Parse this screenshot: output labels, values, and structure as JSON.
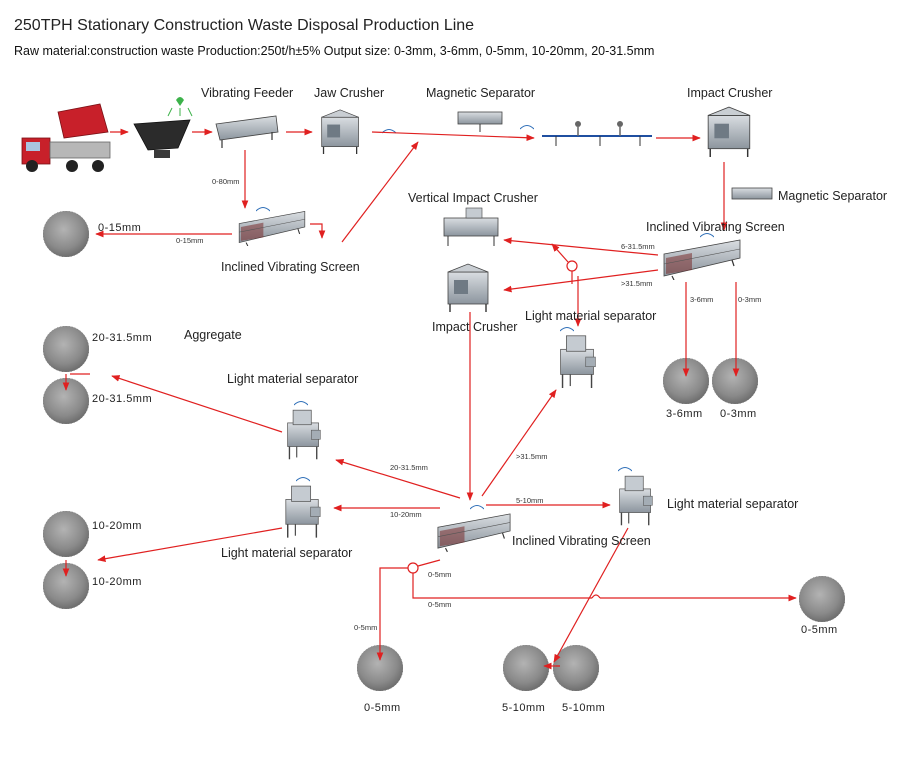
{
  "title": "250TPH Stationary Construction Waste Disposal Production Line",
  "subtitle": "Raw material:construction waste   Production:250t/h±5%   Output size: 0-3mm, 3-6mm, 0-5mm, 10-20mm, 20-31.5mm",
  "colors": {
    "flow": "#e02020",
    "pile": "#8c8c8c",
    "machine": "#9aa4ad"
  },
  "equipment": {
    "vibrating_feeder": "Vibrating Feeder",
    "jaw_crusher": "Jaw Crusher",
    "magnetic_separator_1": "Magnetic Separator",
    "impact_crusher_1": "Impact Crusher",
    "magnetic_separator_2": "Magnetic Separator",
    "inclined_screen_1": "Inclined Vibrating Screen",
    "vertical_impact_crusher": "Vertical Impact Crusher",
    "inclined_screen_2": "Inclined Vibrating Screen",
    "impact_crusher_2": "Impact Crusher",
    "light_sep_1": "Light material separator",
    "aggregate": "Aggregate",
    "light_sep_2": "Light material separator",
    "light_sep_3": "Light material separator",
    "light_sep_4": "Light material separator",
    "inclined_screen_3": "Inclined Vibrating Screen"
  },
  "flow_labels": {
    "f_0_80": "0-80mm",
    "f_0_15": "0-15mm",
    "f_6_31": "6-31.5mm",
    "f_gt31_a": ">31.5mm",
    "f_3_6": "3-6mm",
    "f_0_3": "0-3mm",
    "f_gt31_b": ">31.5mm",
    "f_20_31": "20-31.5mm",
    "f_5_10": "5-10mm",
    "f_10_20": "10-20mm",
    "f_0_5a": "0-5mm",
    "f_0_5b": "0-5mm",
    "f_0_5c": "0-5mm"
  },
  "products": {
    "p_0_15": "0-15mm",
    "p_20_31a": "20-31.5mm",
    "p_20_31b": "20-31.5mm",
    "p_3_6": "3-6mm",
    "p_0_3": "0-3mm",
    "p_10_20a": "10-20mm",
    "p_10_20b": "10-20mm",
    "p_0_5_right": "0-5mm",
    "p_0_5_bottom": "0-5mm",
    "p_5_10a": "5-10mm",
    "p_5_10b": "5-10mm"
  }
}
